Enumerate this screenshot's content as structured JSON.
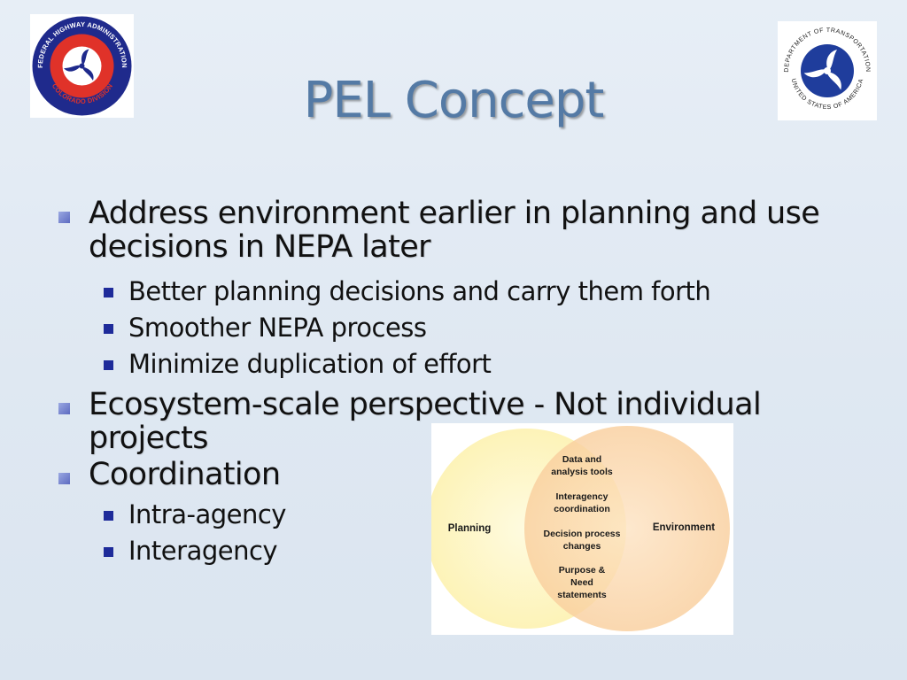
{
  "slide": {
    "title": "PEL Concept"
  },
  "logos": {
    "left": {
      "icon": "fhwa-colorado-division-logo",
      "ring_text": "FEDERAL HIGHWAY ADMINISTRATION",
      "bottom_text": "COLORADO DIVISION"
    },
    "right": {
      "icon": "us-dot-seal",
      "ring_text": "DEPARTMENT OF TRANSPORTATION",
      "bottom_text": "UNITED STATES OF AMERICA"
    }
  },
  "bullets": [
    {
      "text": "Address environment earlier in planning and use decisions in NEPA later",
      "line1": "Address environment earlier in planning and use",
      "line2": "decisions in NEPA later",
      "sub": [
        "Better planning decisions and carry them forth",
        "Smoother NEPA process",
        "Minimize duplication of effort"
      ]
    },
    {
      "text": "Ecosystem-scale perspective - Not individual projects",
      "line1": "Ecosystem-scale perspective - Not individual",
      "line2": "projects",
      "sub": []
    },
    {
      "text": "Coordination",
      "line1": "Coordination",
      "sub": [
        "Intra-agency",
        "Interagency"
      ]
    }
  ],
  "venn": {
    "left_label": "Planning",
    "right_label": "Environment",
    "overlap_items": [
      [
        "Data and",
        "analysis tools"
      ],
      [
        "Interagency",
        "coordination"
      ],
      [
        "Decision process",
        "changes"
      ],
      [
        "Purpose &",
        "Need",
        "statements"
      ]
    ]
  },
  "colors": {
    "title": "#547aa5",
    "background": "#e2eaf4",
    "bullet_l1": "#7a88d2",
    "bullet_l2": "#1e2b9a",
    "venn_left": "#fdf6c6",
    "venn_right": "#fbd7ad",
    "fhwa_red": "#e03229",
    "fhwa_blue": "#1f2a8c",
    "dot_blue": "#1f3d9c"
  }
}
